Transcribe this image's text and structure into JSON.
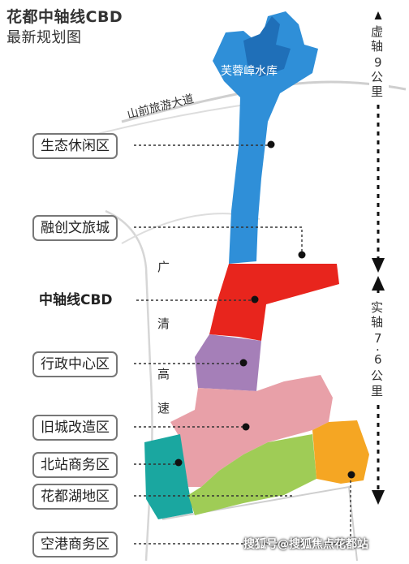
{
  "title": {
    "line1": "花都中轴线CBD",
    "line2": "最新规划图"
  },
  "map": {
    "reservoir": "芙蓉嶂水库",
    "road_mountain": "山前旅游大道",
    "expressway": [
      "广",
      "清",
      "高",
      "速"
    ],
    "axis_virtual": [
      "虚",
      "轴",
      "9",
      "公",
      "里"
    ],
    "axis_real": [
      "实",
      "轴",
      "7",
      ".",
      "6",
      "公",
      "里"
    ]
  },
  "zones": [
    {
      "label": "生态休闲区",
      "color": "#2f8fd8"
    },
    {
      "label": "融创文旅城",
      "color": "#2f8fd8"
    },
    {
      "label": "中轴线CBD",
      "color": "#e8251d",
      "bold": true
    },
    {
      "label": "行政中心区",
      "color": "#a57fb8"
    },
    {
      "label": "旧城改造区",
      "color": "#e8a0a8"
    },
    {
      "label": "北站商务区",
      "color": "#1aa7a0"
    },
    {
      "label": "花都湖地区",
      "color": "#9fcc56"
    },
    {
      "label": "空港商务区",
      "color": "#f5a623"
    }
  ],
  "watermark": "搜狐号@搜狐焦点花都站"
}
